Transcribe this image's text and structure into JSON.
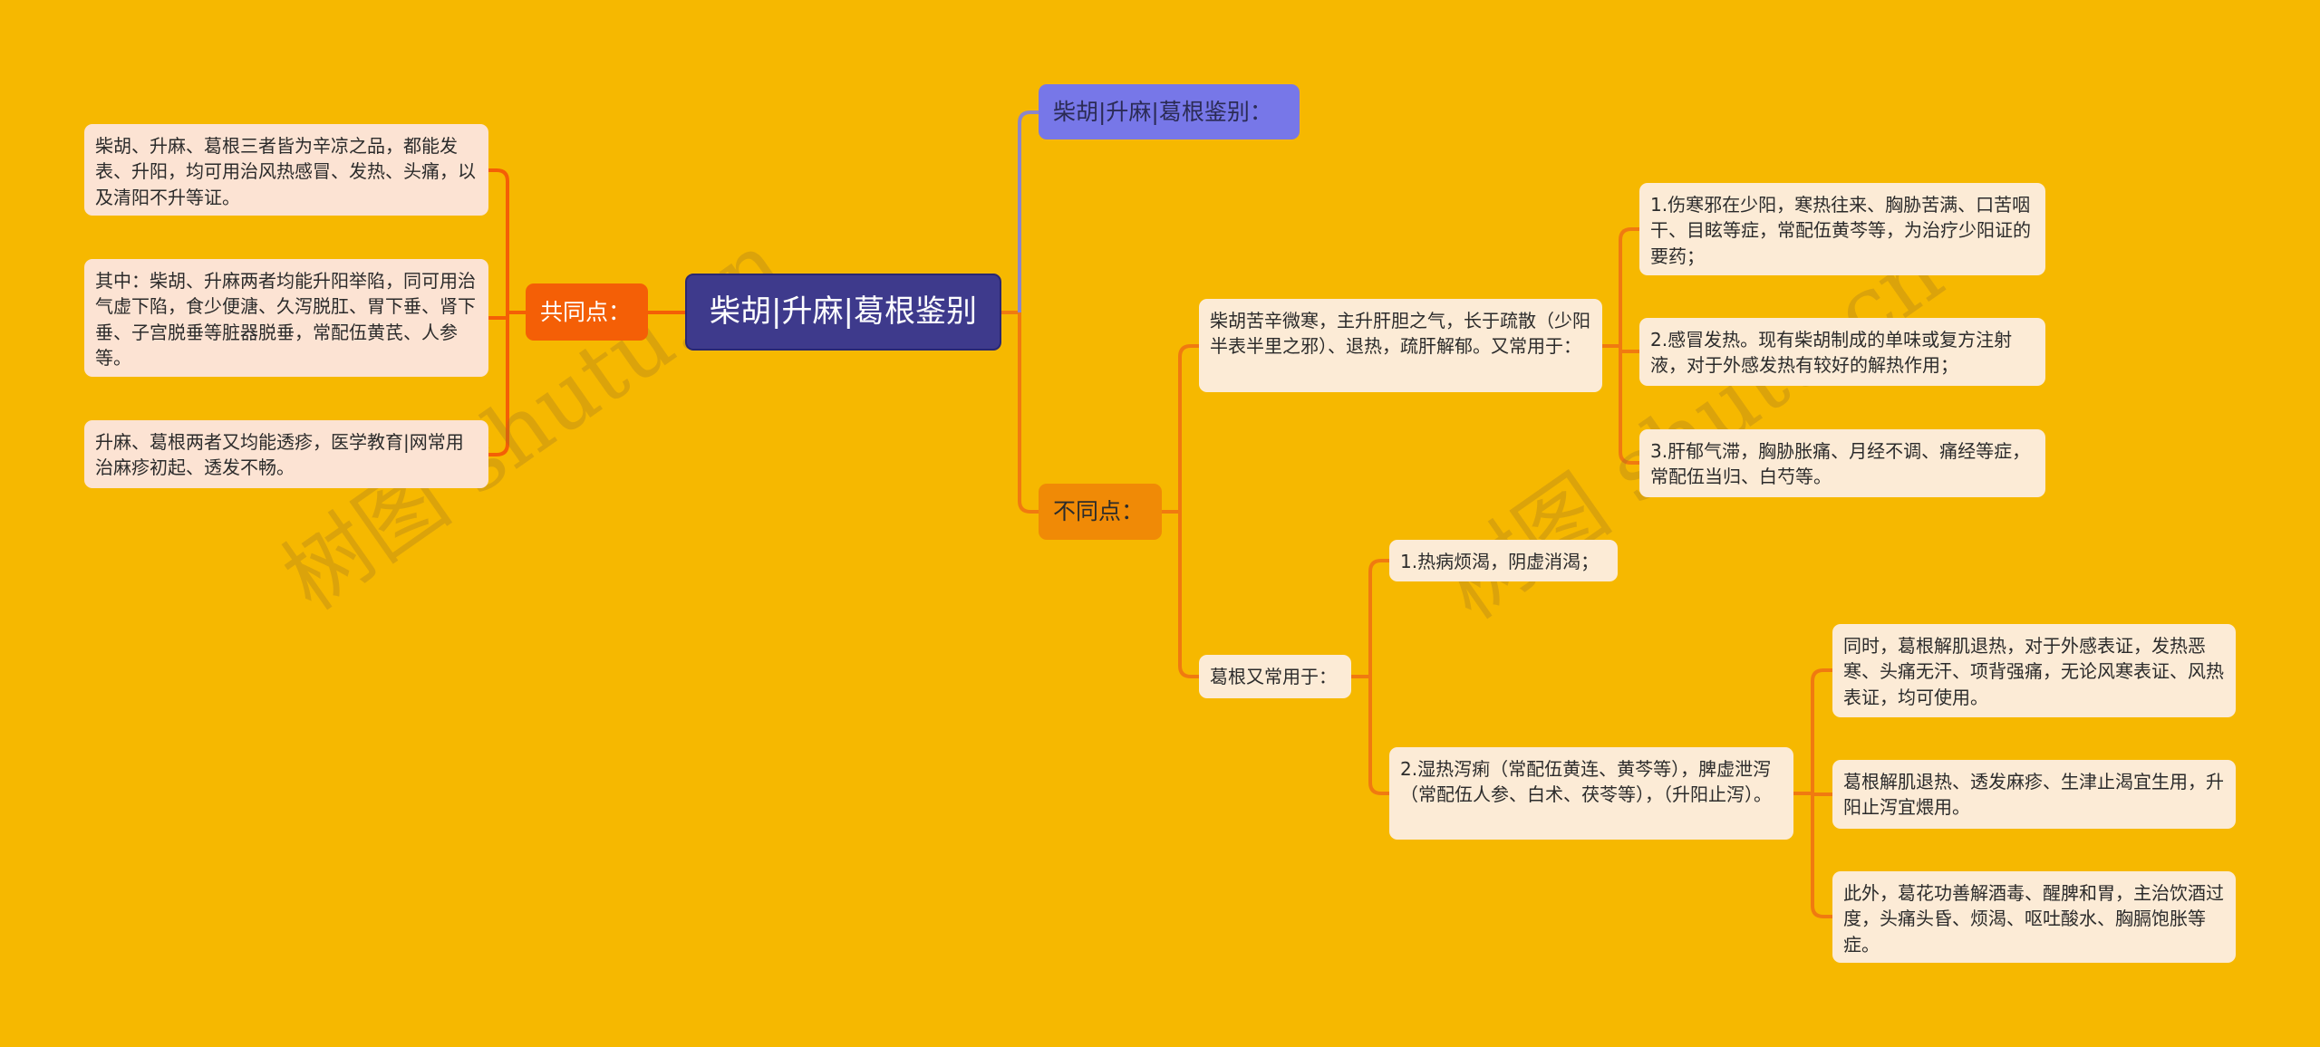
{
  "root": {
    "label": "柴胡|升麻|葛根鉴别"
  },
  "left": {
    "branch": {
      "label": "共同点："
    },
    "items": [
      "柴胡、升麻、葛根三者皆为辛凉之品，都能发表、升阳，均可用治风热感冒、发热、头痛，以及清阳不升等证。",
      "其中：柴胡、升麻两者均能升阳举陷，同可用治气虚下陷，食少便溏、久泻脱肛、胃下垂、肾下垂、子宫脱垂等脏器脱垂，常配伍黄芪、人参等。",
      "升麻、葛根两者又均能透疹，医学教育|网常用治麻疹初起、透发不畅。"
    ]
  },
  "right": {
    "top_branch": {
      "label": "柴胡|升麻|葛根鉴别："
    },
    "diff_branch": {
      "label": "不同点：",
      "chaihu": {
        "label": "柴胡苦辛微寒，主升肝胆之气，长于疏散（少阳半表半里之邪）、退热，疏肝解郁。又常用于：",
        "items": [
          "1.伤寒邪在少阳，寒热往来、胸胁苦满、口苦咽干、目眩等症，常配伍黄芩等，为治疗少阳证的要药；",
          "2.感冒发热。现有柴胡制成的单味或复方注射液，对于外感发热有较好的解热作用；",
          "3.肝郁气滞，胸胁胀痛、月经不调、痛经等症，常配伍当归、白芍等。"
        ]
      },
      "gegen": {
        "label": "葛根又常用于：",
        "items": [
          {
            "label": "1.热病烦渴，阴虚消渴；"
          },
          {
            "label": "2.湿热泻痢（常配伍黄连、黄芩等），脾虚泄泻（常配伍人参、白术、茯苓等），（升阳止泻）。",
            "children": [
              "同时，葛根解肌退热，对于外感表证，发热恶寒、头痛无汗、项背强痛，无论风寒表证、风热表证，均可使用。",
              "葛根解肌退热、透发麻疹、生津止渴宜生用，升阳止泻宜煨用。",
              "此外，葛花功善解酒毒、醒脾和胃，主治饮酒过度，头痛头昏、烦渴、呕吐酸水、胸膈饱胀等症。"
            ]
          }
        ]
      }
    }
  },
  "watermarks": [
    "树图 shutu.cn",
    "树图 shutu.cn"
  ],
  "colors": {
    "background": "#F6B800",
    "root": "#3E3A8C",
    "common_branch": "#F45F06",
    "title_branch": "#7777E8",
    "diff_branch": "#F08A06",
    "leaf": "#FCEBD6",
    "line_orange": "#F07A10",
    "line_purple": "#8C86C8"
  }
}
